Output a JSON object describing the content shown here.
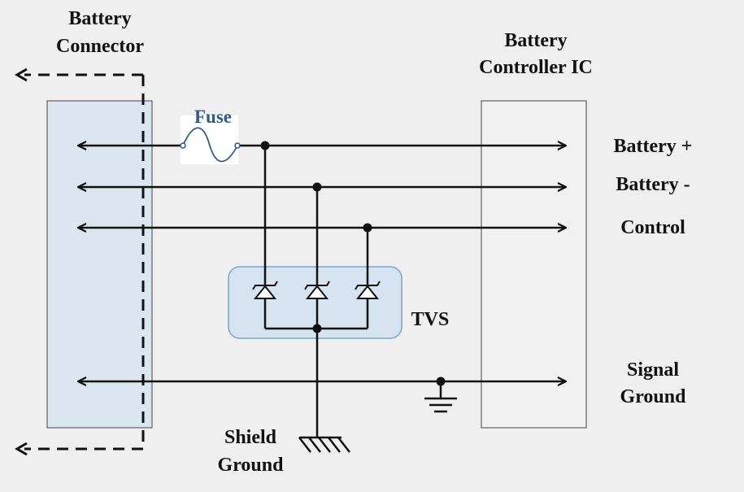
{
  "labels": {
    "battery_connector": [
      "Battery",
      "Connector"
    ],
    "battery_controller": [
      "Battery",
      "Controller IC"
    ],
    "fuse": "Fuse",
    "battery_plus": "Battery +",
    "battery_minus": "Battery -",
    "control": "Control",
    "tvs": "TVS",
    "signal_ground": [
      "Signal",
      "Ground"
    ],
    "shield_ground": [
      "Shield",
      "Ground"
    ]
  },
  "colors": {
    "connector_fill": "#dbe6f1",
    "controller_fill": "#f2f2f2",
    "tvs_fill": "#d6e4f2",
    "tvs_stroke": "#7aa1c9",
    "fuse_text": "#2f5a88",
    "wire": "#111111",
    "background": "#efefef"
  }
}
